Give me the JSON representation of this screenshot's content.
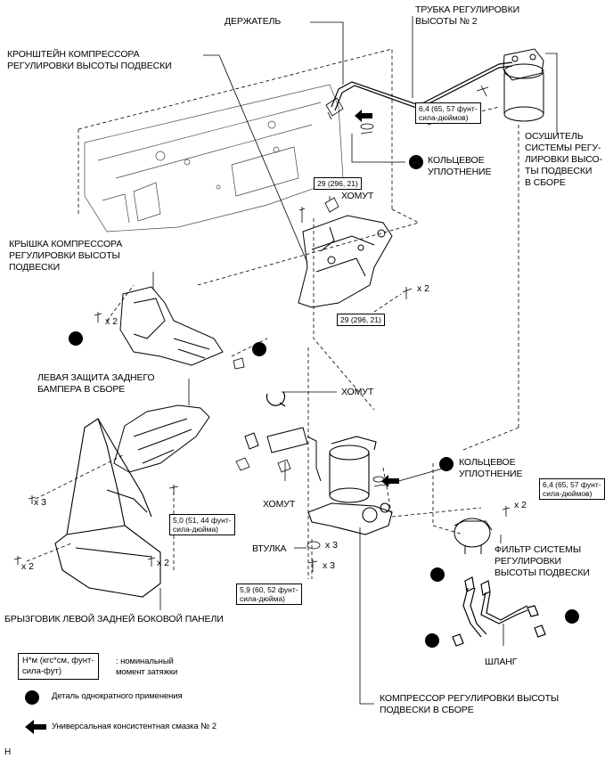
{
  "labels": {
    "holder": "ДЕРЖАТЕЛЬ",
    "tube": "ТРУБКА РЕГУЛИРОВКИ\nВЫСОТЫ № 2",
    "bracket": "КРОНШТЕЙН КОМПРЕССОРА\nРЕГУЛИРОВКИ ВЫСОТЫ ПОДВЕСКИ",
    "oring_top": "КОЛЬЦЕВОЕ\nУПЛОТНЕНИЕ",
    "dryer": "ОСУШИТЕЛЬ\nСИСТЕМЫ РЕГУ-\nЛИРОВКИ ВЫСО-\nТЫ ПОДВЕСКИ\nВ СБОРЕ",
    "clamp_top": "ХОМУТ",
    "cover": "КРЫШКА КОМПРЕССОРА\nРЕГУЛИРОВКИ ВЫСОТЫ\nПОДВЕСКИ",
    "bumper_guard": "ЛЕВАЯ ЗАЩИТА ЗАДНЕГО\nБАМПЕРА В СБОРЕ",
    "clamp_mid": "ХОМУТ",
    "oring_bottom": "КОЛЬЦЕВОЕ\nУПЛОТНЕНИЕ",
    "clamp_low": "ХОМУТ",
    "bushing": "ВТУЛКА",
    "filter": "ФИЛЬТР СИСТЕМЫ\nРЕГУЛИРОВКИ\nВЫСОТЫ ПОДВЕСКИ",
    "hose": "ШЛАНГ",
    "mudguard": "БРЫЗГОВИК ЛЕВОЙ ЗАДНЕЙ БОКОВОЙ ПАНЕЛИ",
    "compressor": "КОМПРЕССОР РЕГУЛИРОВКИ ВЫСОТЫ\nПОДВЕСКИ В СБОРЕ"
  },
  "torques": {
    "dryer_bolt": "6,4 (65, 57 фунт-\nсила-дюймов)",
    "bracket_top": "29 (296, 21)",
    "bracket_right": "29 (296, 21)",
    "guard_bolt": "5,0 (51, 44 фунт-\nсила-дюйма)",
    "filter_bolt": "6,4 (65, 57 фунт-\nсила-дюймов)",
    "compressor_bolt": "5,9 (60, 52 фунт-\nсила-дюйма)"
  },
  "quantities": {
    "bracket_bolts": "x 2",
    "cover_bolts": "x 2",
    "mud_clips_left": "x 3",
    "mud_clips_bottom": "x 2",
    "mud_clips_right": "x 2",
    "bushing_qty": "x 3",
    "comp_bolt_qty": "x 3",
    "filter_bolt_qty": "x 2"
  },
  "legend": {
    "unit_box": "Н*м (кгс*см, фунт-\nсила-фут)",
    "unit_desc": ": номинальный\nмомент затяжки",
    "single_use": "Деталь однократного применения",
    "grease": "Универсальная консистентная смазка № 2"
  },
  "corner_mark": "H"
}
